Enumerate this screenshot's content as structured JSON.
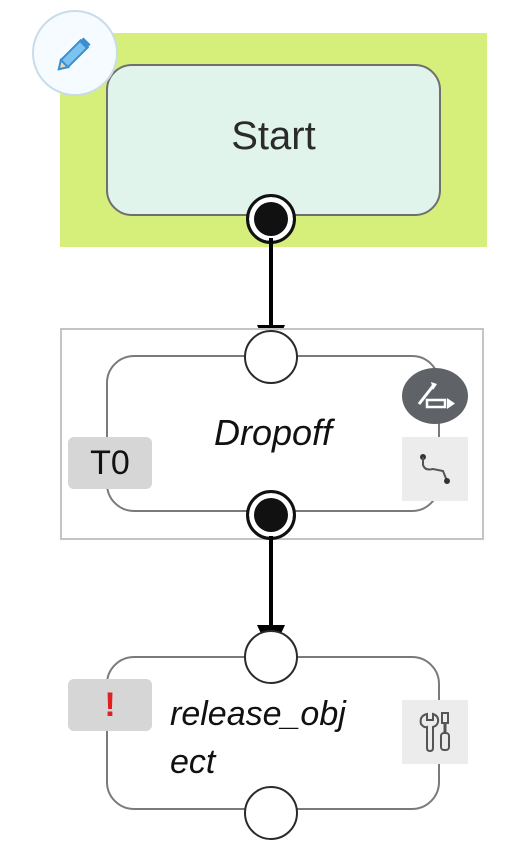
{
  "colors": {
    "start_highlight": "#d5ef7a",
    "start_node_fill": "#e1f4ec",
    "warning_red": "#e02020"
  },
  "nodes": {
    "start": {
      "label": "Start"
    },
    "dropoff": {
      "label": "Dropoff",
      "tag": "T0"
    },
    "release": {
      "label": "release_obj\nect",
      "badge": "!"
    }
  },
  "icons": {
    "edit": "pencil-icon",
    "route": "route-icon",
    "path": "path-icon",
    "tool": "wrench-screwdriver-icon"
  }
}
